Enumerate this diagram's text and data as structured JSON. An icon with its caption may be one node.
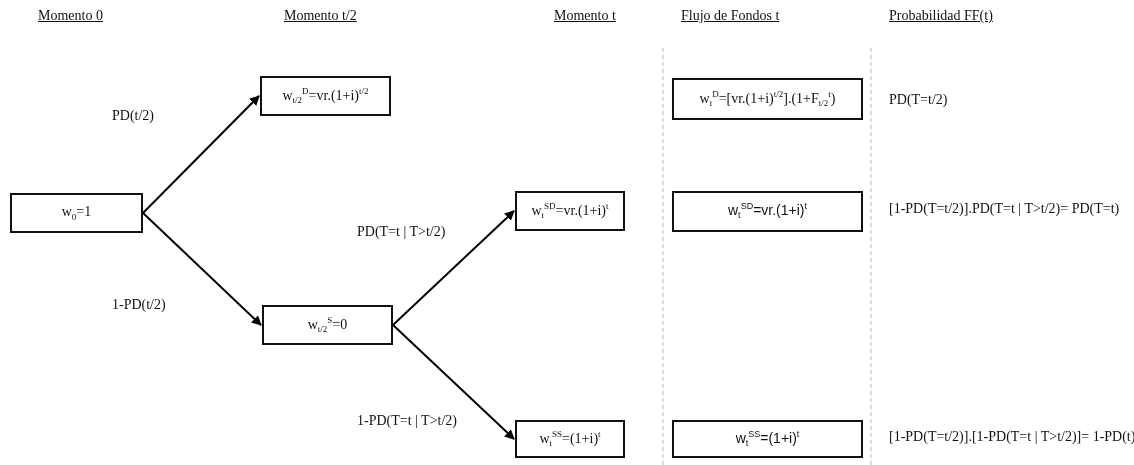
{
  "diagram": {
    "nodes": [
      {
        "text": [
          "w$_{0}$=1"
        ]
      },
      {
        "text": [
          "w$_{t/2}$$^{D}$=vr.(1+i)$^{t/2}$"
        ]
      },
      {
        "text": [
          "w$_{t/2}$$^{S}$=0"
        ]
      },
      {
        "text": [
          "w$_{t}$$^{SD}$=vr.(1+i)$^{t}$"
        ]
      },
      {
        "text": [
          "w$_{t}$$^{SS}$=(1+i)$^{t}$"
        ]
      },
      {
        "text": [
          "w$_{t}$$^{D}$=[vr.(1+i)$^{t/2}$].(1+F$_{t/2}$$^{t}$)"
        ]
      },
      {
        "text": [
          "w$_{t}$$^{SD}$=vr.(1+i)$^{t}$"
        ]
      },
      {
        "text": [
          "w$_{t}$$^{SS}$=(1+i)$^{t}$"
        ]
      }
    ],
    "edges": [
      {
        "from": 0,
        "to": 1,
        "arrow": "to",
        "label": "PD(t/2)"
      },
      {
        "from": 0,
        "to": 2,
        "arrow": "to",
        "label": "1-PD(t/2)"
      },
      {
        "from": 2,
        "to": 3,
        "arrow": "to",
        "label": "PD(T=t | T>t/2)"
      },
      {
        "from": 2,
        "to": 4,
        "arrow": "to",
        "label": "1-PD(T=t | T>t/2)"
      }
    ],
    "labels": [
      "Momento 0",
      "Momento t/2",
      "Momento t",
      "Flujo de Fondos t",
      "Probabilidad FF(t)",
      "PD(T=t/2)",
      "[1-PD(T=t/2)].PD(T=t | T>t/2)= PD(T=t)",
      "[1-PD(T=t/2)].[1-PD(T=t | T>t/2)]= 1-PD(t)"
    ]
  }
}
